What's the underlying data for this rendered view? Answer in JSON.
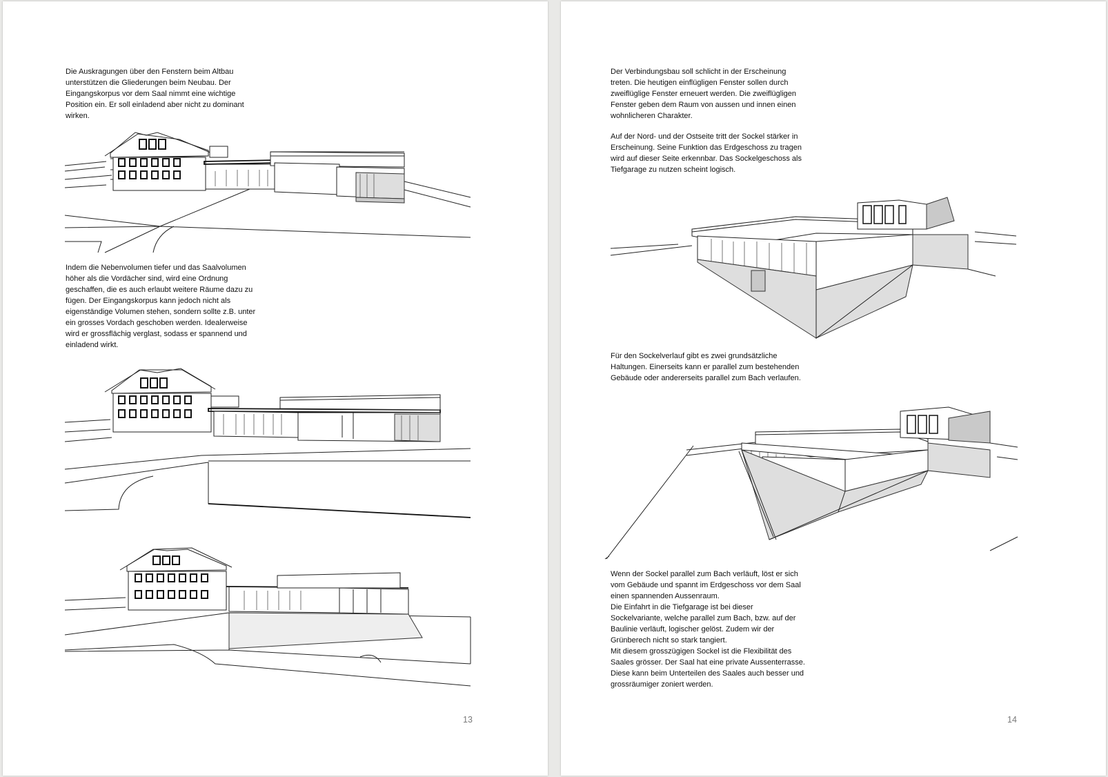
{
  "pages": {
    "left": {
      "page_number": "13",
      "paragraphs": [
        "Die Auskragungen über den Fenstern beim Altbau\nunterstützen die Gliederungen beim Neubau. Der\nEingangskorpus vor dem Saal nimmt eine wichtige\nPosition ein. Er soll einladend aber nicht zu dominant\nwirken.",
        "Indem die Nebenvolumen tiefer und das Saalvolumen\nhöher als die Vordächer sind, wird eine Ordnung\ngeschaffen, die es auch erlaubt weitere Räume dazu zu\nfügen. Der Eingangskorpus kann jedoch nicht als\neigenständige Volumen stehen, sondern sollte z.B. unter\nein grosses Vordach geschoben werden. Idealerweise\nwird er grossflächig verglast, sodass er spannend und\neinladend wirkt."
      ]
    },
    "right": {
      "page_number": "14",
      "paragraphs": [
        "Der Verbindungsbau soll schlicht in der Erscheinung\ntreten. Die heutigen einflügligen Fenster sollen durch\nzweiflüglige Fenster erneuert werden. Die zweiflügligen\nFenster geben dem Raum von aussen und innen einen\nwohnlicheren Charakter.",
        "Auf der Nord- und der Ostseite tritt der Sockel stärker in\nErscheinung. Seine Funktion das Erdgeschoss zu tragen\nwird auf dieser Seite erkennbar. Das Sockelgeschoss als\nTiefgarage zu nutzen scheint logisch.",
        "Für den Sockelverlauf gibt es zwei grundsätzliche\nHaltungen. Einerseits kann er parallel zum bestehenden\nGebäude oder andererseits parallel zum Bach verlaufen.",
        "Wenn der Sockel parallel zum Bach verläuft, löst er sich\nvom Gebäude und spannt im Erdgeschoss vor dem Saal\neinen spannenden Aussenraum.\nDie Einfahrt in die Tiefgarage ist bei dieser\nSockelvariante, welche parallel zum Bach, bzw. auf der\nBaulinie verläuft, logischer gelöst. Zudem wir der\nGrünberech nicht so stark tangiert.\nMit diesem grosszügigen Sockel ist die Flexibilität des\nSaales grösser. Der Saal hat eine private Aussenterrasse.\nDiese kann beim Unterteilen des Saales auch besser und\ngrossräumiger zoniert werden."
      ]
    }
  }
}
